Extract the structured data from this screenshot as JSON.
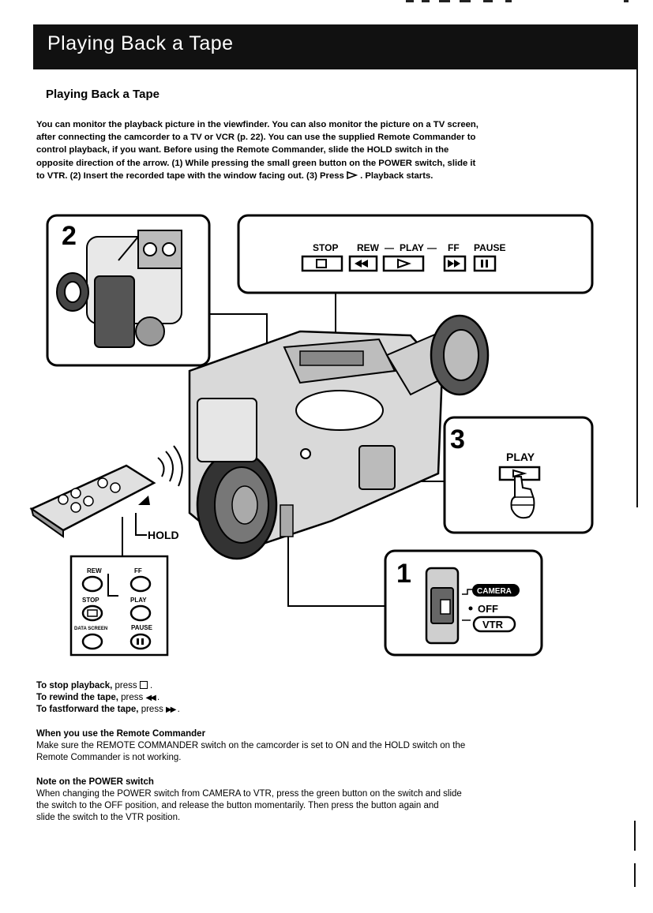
{
  "banner": {
    "title": "Playing Back a Tape"
  },
  "section": {
    "heading": "Playing Back a Tape"
  },
  "intro": {
    "lines": [
      "You can monitor the playback picture in the viewfinder. You can also monitor the picture on a TV screen,",
      "after connecting the camcorder to a TV or VCR (p. 22). You can use the supplied Remote Commander to",
      "control playback, if you want. Before using the Remote Commander, slide the HOLD switch in the",
      "opposite direction of the arrow. (1) While pressing the small green button on the POWER switch, slide it"
    ],
    "last_line_before": "to VTR. (2) Insert the recorded tape with the window facing out. (3) Press",
    "last_line_after": ". Playback starts."
  },
  "figure": {
    "step2_number": "2",
    "step3_number": "3",
    "step1_number": "1",
    "button_panel": {
      "stop": "STOP",
      "rew": "REW",
      "play": "PLAY",
      "ff": "FF",
      "pause": "PAUSE"
    },
    "step3_play_label": "PLAY",
    "power_switch": {
      "camera": "CAMERA",
      "off": "OFF",
      "vtr": "VTR"
    },
    "hold_label": "HOLD",
    "remote_panel": {
      "rew": "REW",
      "ff": "FF",
      "stop": "STOP",
      "play": "PLAY",
      "data_screen": "DATA SCREEN",
      "pause": "PAUSE"
    }
  },
  "instructions": {
    "stop": {
      "bold": "To stop playback,",
      "rest": "press"
    },
    "rewind": {
      "bold": "To rewind the tape,",
      "rest": "press"
    },
    "ff": {
      "bold": "To fastforward the tape,",
      "rest": "press"
    },
    "remote_heading": "When you use the Remote Commander",
    "remote_lines": [
      "Make sure the REMOTE COMMANDER switch on the camcorder is set to ON and the HOLD switch on the",
      "Remote Commander is not working."
    ],
    "power_heading": "Note on the POWER switch",
    "power_lines": [
      "When changing the POWER switch from CAMERA to VTR, press the green button on the switch and slide",
      "the switch to the OFF position, and release the button momentarily. Then press the button again and",
      "slide the switch to the VTR position."
    ]
  }
}
